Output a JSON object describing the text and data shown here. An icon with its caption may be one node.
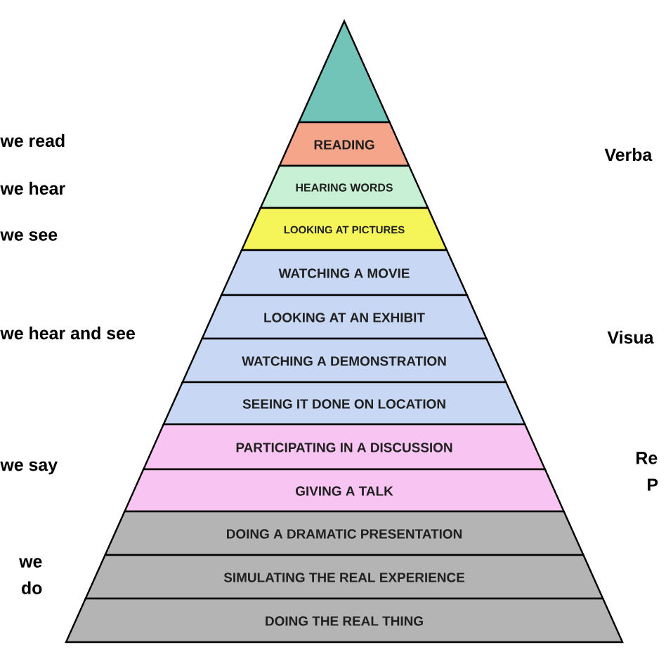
{
  "diagram": {
    "nodes": [
      {
        "text": [],
        "shape": "triangle"
      },
      {
        "text": [
          "READING"
        ]
      },
      {
        "text": [
          "HEARING WORDS"
        ]
      },
      {
        "text": [
          "LOOKING AT PICTURES"
        ]
      },
      {
        "text": [
          "WATCHING A MOVIE"
        ]
      },
      {
        "text": [
          "LOOKING AT AN EXHIBIT"
        ]
      },
      {
        "text": [
          "WATCHING A DEMONSTRATION"
        ]
      },
      {
        "text": [
          "SEEING IT DONE ON LOCATION"
        ]
      },
      {
        "text": [
          "PARTICIPATING IN A DISCUSSION"
        ]
      },
      {
        "text": [
          "GIVING A TALK"
        ]
      },
      {
        "text": [
          "DOING A DRAMATIC PRESENTATION"
        ]
      },
      {
        "text": [
          "SIMULATING THE REAL EXPERIENCE"
        ]
      },
      {
        "text": [
          "DOING THE REAL THING"
        ]
      }
    ],
    "labels": [
      "we read",
      "we hear",
      "we see",
      "we hear and see",
      "we say",
      "we do",
      "Verba",
      "Visua",
      "Re",
      "P"
    ]
  }
}
